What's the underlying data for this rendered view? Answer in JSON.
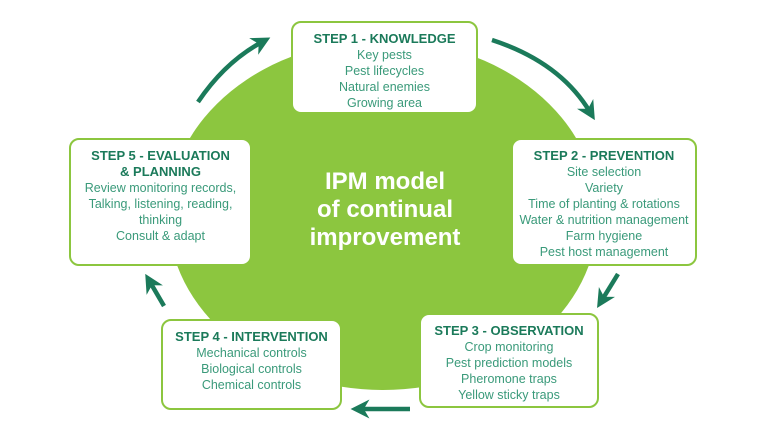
{
  "diagram": {
    "center_title": [
      "IPM model",
      "of continual",
      "improvement"
    ],
    "colors": {
      "ellipse_fill": "#8cc63f",
      "box_border": "#8cc63f",
      "arrow": "#1b7a5a",
      "title_text": "#1b7a5a",
      "item_text": "#3a9a7a"
    },
    "steps": [
      {
        "title": "STEP 1 - KNOWLEDGE",
        "items": [
          "Key pests",
          "Pest lifecycles",
          "Natural enemies",
          "Growing area"
        ]
      },
      {
        "title": "STEP 2 - PREVENTION",
        "items": [
          "Site selection",
          "Variety",
          "Time of planting & rotations",
          "Water & nutrition management",
          "Farm hygiene",
          "Pest host management"
        ]
      },
      {
        "title": "STEP 3 - OBSERVATION",
        "items": [
          "Crop monitoring",
          "Pest prediction models",
          "Pheromone traps",
          "Yellow sticky traps"
        ]
      },
      {
        "title": "STEP 4 - INTERVENTION",
        "items": [
          "Mechanical controls",
          "Biological controls",
          "Chemical controls"
        ]
      },
      {
        "title_lines": [
          "STEP 5 - EVALUATION",
          "& PLANNING"
        ],
        "items": [
          "Review monitoring records,",
          "Talking, listening, reading,",
          "thinking",
          "Consult & adapt"
        ]
      }
    ],
    "arrows": [
      {
        "from": "step5",
        "to": "step1"
      },
      {
        "from": "step1",
        "to": "step2"
      },
      {
        "from": "step2",
        "to": "step3"
      },
      {
        "from": "step3",
        "to": "step4"
      },
      {
        "from": "step4",
        "to": "step5"
      }
    ]
  }
}
